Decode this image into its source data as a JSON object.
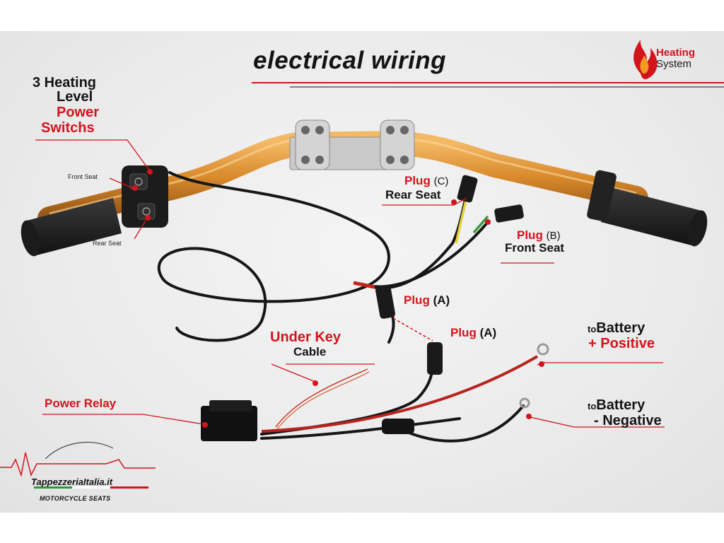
{
  "header": {
    "title": "electrical wiring",
    "brand_line1": "Heating",
    "brand_line2": "System"
  },
  "labels": {
    "switches_line1": "3 Heating",
    "switches_line2": "Level",
    "switches_line3": "Power",
    "switches_line4": "Switchs",
    "front_seat_small": "Front Seat",
    "rear_seat_small": "Rear Seat",
    "plug_word": "Plug",
    "plug_c": "(C)",
    "plug_c_sub": "Rear Seat",
    "plug_b": "(B)",
    "plug_b_sub": "Front Seat",
    "plug_a": "(A)",
    "under_key_1": "Under Key",
    "under_key_2": "Cable",
    "power_relay": "Power Relay",
    "to": "to",
    "battery": "Battery",
    "positive": "+ Positive",
    "negative": "- Negative"
  },
  "logo": {
    "name": "TappezzeriaItalia.it",
    "tagline": "MOTORCYCLE SEATS"
  },
  "colors": {
    "accent_red": "#d3141c",
    "bar_orange": "#d98a2c",
    "text_dark": "#141414"
  }
}
